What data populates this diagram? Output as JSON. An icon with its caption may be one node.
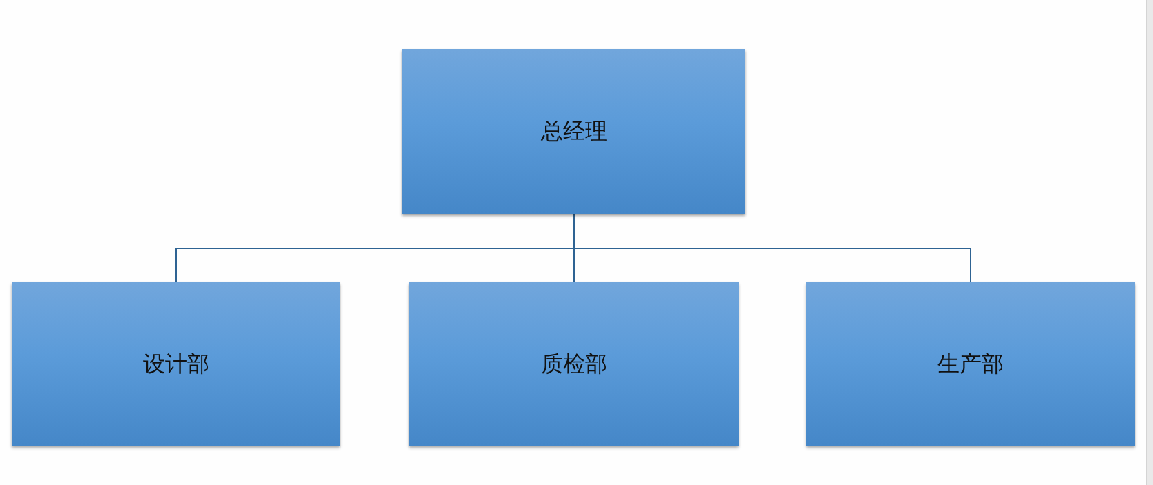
{
  "diagram": {
    "nodes": [
      {
        "text": [
          "总经理"
        ]
      },
      {
        "text": [
          "设计部"
        ]
      },
      {
        "text": [
          "质检部"
        ]
      },
      {
        "text": [
          "生产部"
        ]
      }
    ],
    "edges": [
      {
        "from": 0,
        "to": 1,
        "arrow": "none"
      },
      {
        "from": 0,
        "to": 2,
        "arrow": "none"
      },
      {
        "from": 0,
        "to": 3,
        "arrow": "none"
      }
    ]
  }
}
